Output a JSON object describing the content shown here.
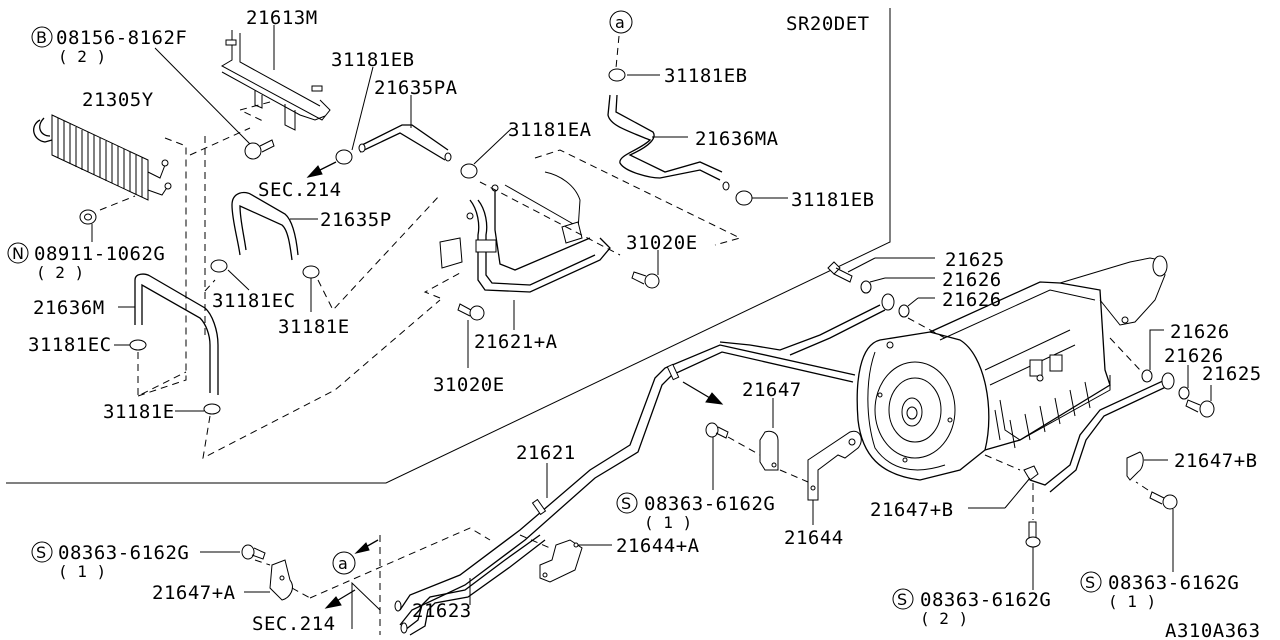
{
  "diagram": {
    "engine_label": "SR20DET",
    "drawing_id": "A310A363",
    "parts": {
      "p_08156": {
        "prefix": "B",
        "number": "08156-8162F",
        "qty": "( 2 )"
      },
      "p_21613M": {
        "number": "21613M"
      },
      "p_21305Y": {
        "number": "21305Y"
      },
      "p_31181EB_a": {
        "number": "31181EB"
      },
      "p_21635PA": {
        "number": "21635PA"
      },
      "p_sec214_a": {
        "number": "SEC.214"
      },
      "p_21635P": {
        "number": "21635P"
      },
      "p_08911": {
        "prefix": "N",
        "number": "08911-1062G",
        "qty": "( 2 )"
      },
      "p_31181EC_a": {
        "number": "31181EC"
      },
      "p_31181E_a": {
        "number": "31181E"
      },
      "p_21636M": {
        "number": "21636M"
      },
      "p_31181EC_b": {
        "number": "31181EC"
      },
      "p_31181E_b": {
        "number": "31181E"
      },
      "p_31181EA": {
        "number": "31181EA"
      },
      "p_31020E_a": {
        "number": "31020E"
      },
      "p_21621A": {
        "number": "21621+A"
      },
      "p_31020E_b": {
        "number": "31020E"
      },
      "p_ref_a_top": {
        "marker": "a"
      },
      "p_31181EB_b": {
        "number": "31181EB"
      },
      "p_21636MA": {
        "number": "21636MA"
      },
      "p_31181EB_c": {
        "number": "31181EB"
      },
      "p_21625_a": {
        "number": "21625"
      },
      "p_21626_a": {
        "number": "21626"
      },
      "p_21626_b": {
        "number": "21626"
      },
      "p_21626_c": {
        "number": "21626"
      },
      "p_21626_d": {
        "number": "21626"
      },
      "p_21625_b": {
        "number": "21625"
      },
      "p_21647": {
        "number": "21647"
      },
      "p_21621": {
        "number": "21621"
      },
      "p_08363_a": {
        "prefix": "S",
        "number": "08363-6162G",
        "qty": "( 1 )"
      },
      "p_21644": {
        "number": "21644"
      },
      "p_21644A": {
        "number": "21644+A"
      },
      "p_21647B_a": {
        "number": "21647+B"
      },
      "p_21647B_b": {
        "number": "21647+B"
      },
      "p_08363_b": {
        "prefix": "S",
        "number": "08363-6162G",
        "qty": "( 2 )"
      },
      "p_08363_c": {
        "prefix": "S",
        "number": "08363-6162G",
        "qty": "( 1 )"
      },
      "p_08363_d": {
        "prefix": "S",
        "number": "08363-6162G",
        "qty": "( 1 )"
      },
      "p_21647A": {
        "number": "21647+A"
      },
      "p_ref_a_bottom": {
        "marker": "a"
      },
      "p_sec214_b": {
        "number": "SEC.214"
      },
      "p_21623": {
        "number": "21623"
      }
    }
  }
}
